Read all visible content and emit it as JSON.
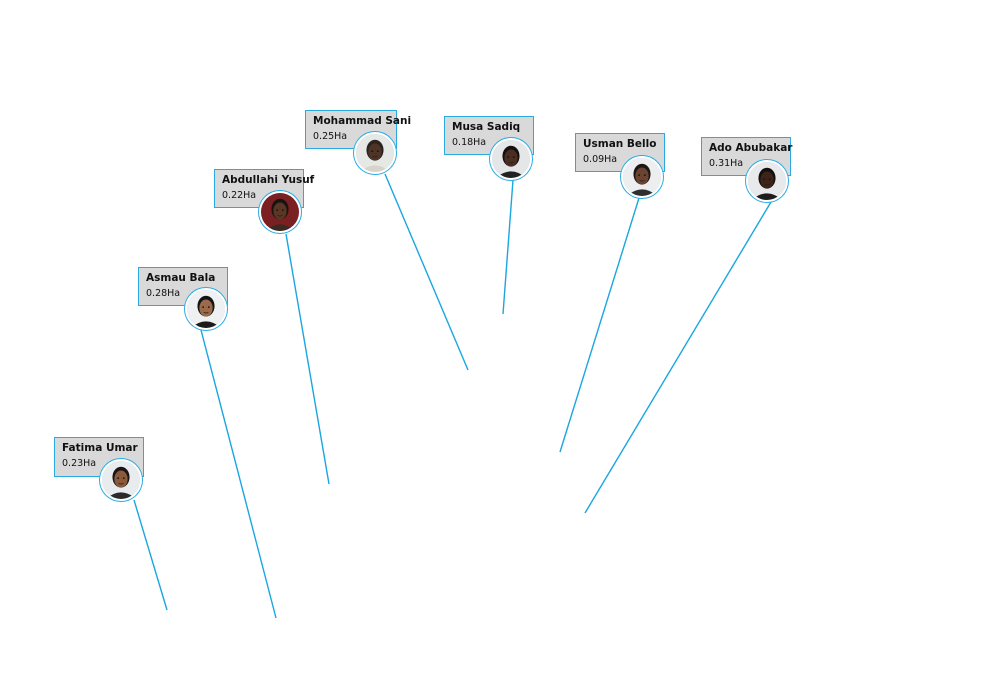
{
  "farmers": [
    {
      "id": "fatima-umar",
      "name": "Fatima Umar",
      "area": "0.23Ha",
      "colors": {
        "bg": "#e9ecef",
        "skin": "#8a5a3c",
        "hair": "#1c1414",
        "cloth": "#2b2b2b"
      }
    },
    {
      "id": "asmau-bala",
      "name": "Asmau Bala",
      "area": "0.28Ha",
      "colors": {
        "bg": "#eef0f2",
        "skin": "#9a6a4a",
        "hair": "#141414",
        "cloth": "#1b1b1b"
      }
    },
    {
      "id": "abdullahi-yusuf",
      "name": "Abdullahi Yusuf",
      "area": "0.22Ha",
      "colors": {
        "bg": "#7a1f22",
        "skin": "#5a3624",
        "hair": "#1a1210",
        "cloth": "#3a2a22"
      }
    },
    {
      "id": "mohammad-sani",
      "name": "Mohammad Sani",
      "area": "0.25Ha",
      "colors": {
        "bg": "#e6e8e6",
        "skin": "#4e3426",
        "hair": "#2a2320",
        "cloth": "#d8d4cc"
      }
    },
    {
      "id": "musa-sadiq",
      "name": "Musa Sadiq",
      "area": "0.18Ha",
      "colors": {
        "bg": "#e4e6e8",
        "skin": "#4a2e22",
        "hair": "#141010",
        "cloth": "#222222"
      }
    },
    {
      "id": "usman-bello",
      "name": "Usman Bello",
      "area": "0.09Ha",
      "colors": {
        "bg": "#eceeef",
        "skin": "#6a4430",
        "hair": "#1c1714",
        "cloth": "#2f2f2f"
      }
    },
    {
      "id": "ado-abubakar",
      "name": "Ado Abubakar",
      "area": "0.31Ha",
      "colors": {
        "bg": "#e7e9ea",
        "skin": "#3e2418",
        "hair": "#151010",
        "cloth": "#1d1d1d"
      }
    }
  ],
  "colors": {
    "leader_line": "#1aa6e0",
    "label_border": "#29abe2",
    "label_bg": "#d9d9d9"
  }
}
